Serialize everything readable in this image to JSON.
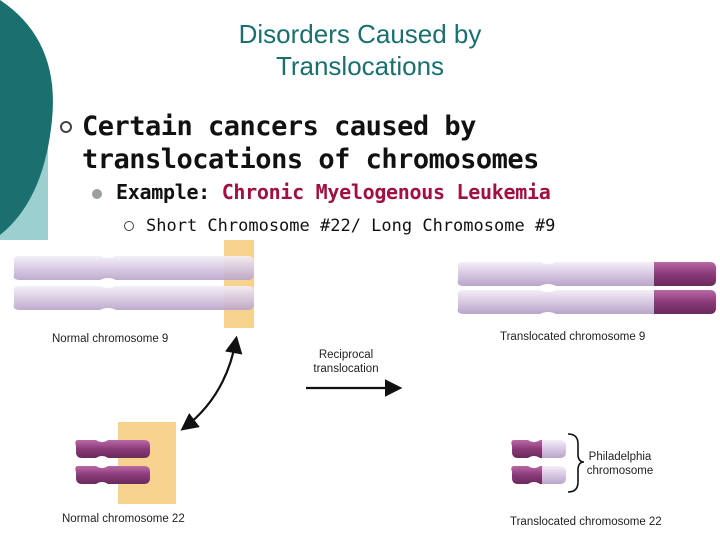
{
  "slide": {
    "title_line1": "Disorders Caused by",
    "title_line2": "Translocations",
    "bullet1_line1": "Certain cancers caused by",
    "bullet1_line2": "translocations of chromosomes",
    "bullet2_prefix": "Example:",
    "bullet2_highlight": "Chronic Myelogenous Leukemia",
    "bullet3": "Short Chromosome #22/ Long Chromosome #9"
  },
  "figure": {
    "label_normal_9": "Normal chromosome 9",
    "label_translocated_9": "Translocated chromosome 9",
    "label_reciprocal_line1": "Reciprocal",
    "label_reciprocal_line2": "translocation",
    "label_philadelphia_line1": "Philadelphia",
    "label_philadelphia_line2": "chromosome",
    "label_normal_22": "Normal chromosome 22",
    "label_translocated_22": "Translocated chromosome 22"
  },
  "colors": {
    "teal_dark": "#1a6f6f",
    "teal_light": "#9ccfcf",
    "chromosome_light": "#dcd0e6",
    "chromosome_dark": "#8a3a78",
    "highlight_band": "#f6d28e",
    "leukemia_text": "#a01040"
  }
}
